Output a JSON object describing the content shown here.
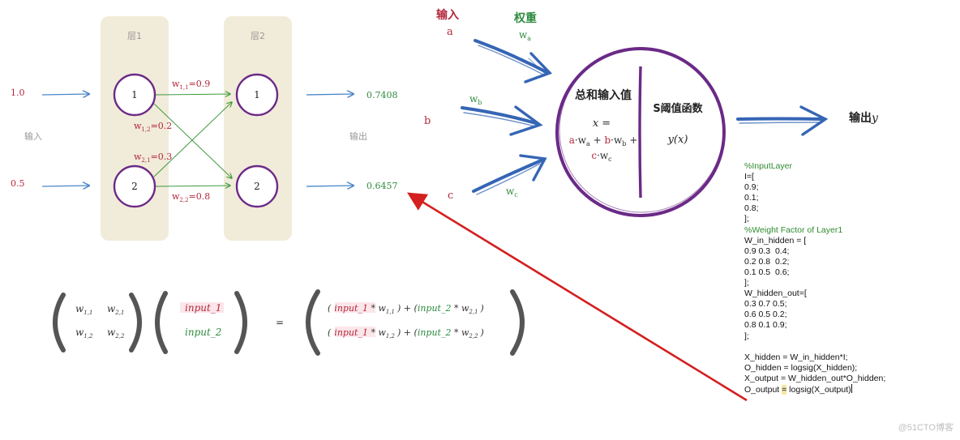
{
  "network": {
    "layer1_title": "层1",
    "layer2_title": "层2",
    "input_label": "输入",
    "output_label": "输出",
    "inputs": [
      "1.0",
      "0.5"
    ],
    "outputs": [
      "0.7408",
      "0.6457"
    ],
    "nodes_layer1": [
      "1",
      "2"
    ],
    "nodes_layer2": [
      "1",
      "2"
    ],
    "weights": [
      {
        "base": "w",
        "sub": "1,1",
        "value": "=0.9"
      },
      {
        "base": "w",
        "sub": "1,2",
        "value": "=0.2"
      },
      {
        "base": "w",
        "sub": "2,1",
        "value": "=0.3"
      },
      {
        "base": "w",
        "sub": "2,2",
        "value": "=0.8"
      }
    ]
  },
  "neuron": {
    "input_title": "输入",
    "weight_title": "权重",
    "inputs": [
      "a",
      "b",
      "c"
    ],
    "weights": [
      {
        "base": "w",
        "sub": "a"
      },
      {
        "base": "w",
        "sub": "b"
      },
      {
        "base": "w",
        "sub": "c"
      }
    ],
    "sum_title": "总和输入值",
    "formula_lhs": "x =",
    "formula_parts": [
      {
        "text": "a",
        "color": "red"
      },
      {
        "text": "·w",
        "color": "ink"
      },
      {
        "text": "a",
        "color": "ink",
        "sub": true
      },
      {
        "text": " + ",
        "color": "ink"
      },
      {
        "text": "b",
        "color": "red"
      },
      {
        "text": "·w",
        "color": "ink"
      },
      {
        "text": "b",
        "color": "ink",
        "sub": true
      },
      {
        "text": " +",
        "color": "ink"
      }
    ],
    "formula_line3": [
      {
        "text": "c",
        "color": "red"
      },
      {
        "text": "·w",
        "color": "ink"
      },
      {
        "text": "c",
        "color": "ink",
        "sub": true
      }
    ],
    "threshold_title": "S阈值函数",
    "threshold_formula": "y(x)",
    "output_label": "输出",
    "output_var": "y"
  },
  "matrix": {
    "w_entries": [
      [
        {
          "base": "w",
          "sub": "1,1"
        },
        {
          "base": "w",
          "sub": "2,1"
        }
      ],
      [
        {
          "base": "w",
          "sub": "1,2"
        },
        {
          "base": "w",
          "sub": "2,2"
        }
      ]
    ],
    "inputs": [
      "input_1",
      "input_2"
    ],
    "equals": "=",
    "result_rows": [
      {
        "open": "(",
        "a": "input_1",
        "m1": " * ",
        "wa": {
          "base": "w",
          "sub": "1,1"
        },
        "close_plus": ") + (",
        "b": "input_2",
        "m2": " * ",
        "wb": {
          "base": "w",
          "sub": "2,1"
        },
        "end": ")"
      },
      {
        "open": "(",
        "a": "input_1",
        "m1": " * ",
        "wa": {
          "base": "w",
          "sub": "1,2"
        },
        "close_plus": ") + (",
        "b": "input_2",
        "m2": " * ",
        "wb": {
          "base": "w",
          "sub": "2,2"
        },
        "end": ")"
      }
    ]
  },
  "code_lines": [
    {
      "text": "%InputLayer",
      "comment": true
    },
    {
      "text": "I=["
    },
    {
      "text": "0.9;"
    },
    {
      "text": "0.1;"
    },
    {
      "text": "0.8;"
    },
    {
      "text": "];"
    },
    {
      "text": "%Weight Factor of Layer1",
      "comment": true
    },
    {
      "text": "W_in_hidden = ["
    },
    {
      "text": "0.9 0.3  0.4;"
    },
    {
      "text": "0.2 0.8  0.2;"
    },
    {
      "text": "0.1 0.5  0.6;"
    },
    {
      "text": "];"
    },
    {
      "text": "W_hidden_out=["
    },
    {
      "text": "0.3 0.7 0.5;"
    },
    {
      "text": "0.6 0.5 0.2;"
    },
    {
      "text": "0.8 0.1 0.9;"
    },
    {
      "text": "];"
    },
    {
      "text": ""
    },
    {
      "text": "X_hidden = W_in_hidden*I;"
    },
    {
      "text": "O_hidden = logsig(X_hidden);"
    },
    {
      "text": "X_output = W_hidden_out*O_hidden;"
    },
    {
      "text": "O_output ",
      "hl": "=",
      "rest": " logsig(X_output)",
      "cursor": true
    }
  ],
  "watermark": "@51CTO博客",
  "colors": {
    "panel": "#f1ebd9",
    "node": "#6b2a87",
    "input_arrow": "#4a86c8",
    "weight_arrow": "#3e9a3e",
    "red": "#b3283d",
    "green": "#2e8b3e",
    "blue_arrow": "#3565b5",
    "ink": "#2a2a2a",
    "gray": "#888888",
    "big_arrow": "#d42020",
    "paren": "#555555"
  }
}
